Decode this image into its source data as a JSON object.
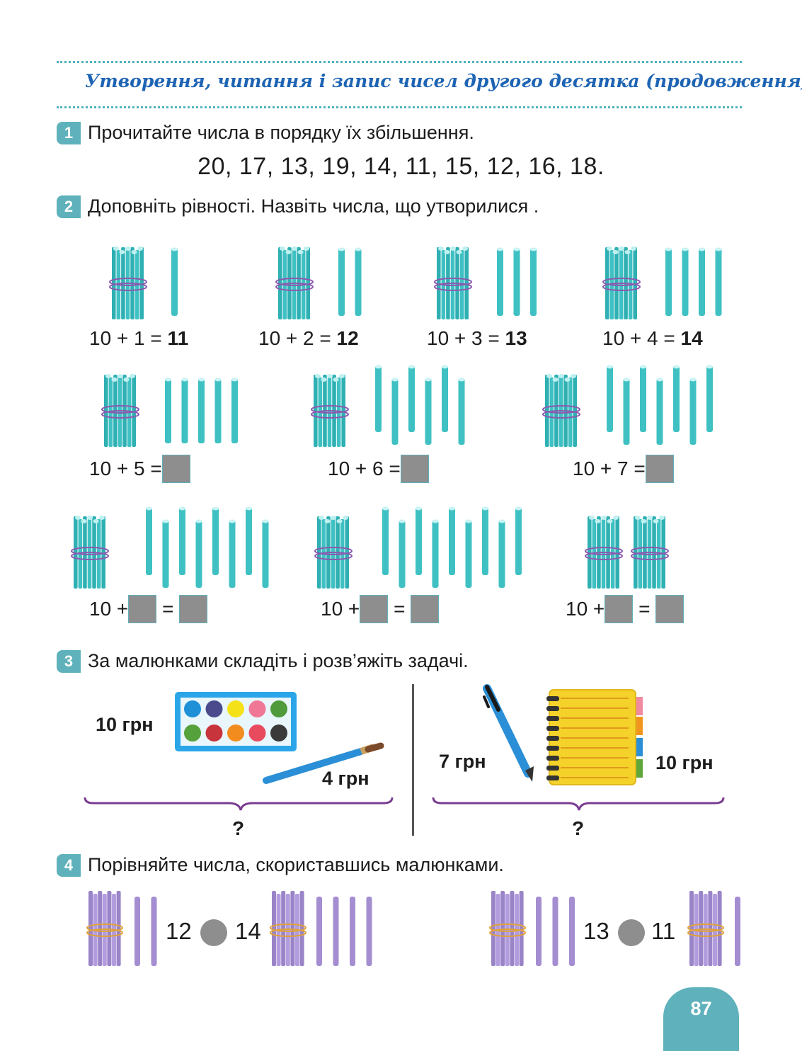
{
  "header": {
    "title": "Утворення, читання і запис чисел другого десятка (продовження)"
  },
  "tasks": [
    {
      "number": "1",
      "text": "Прочитайте числа в порядку їх збільшення."
    },
    {
      "number": "2",
      "text": "Доповніть рівності. Назвіть числа, що утворилися ."
    },
    {
      "number": "3",
      "text": "За малюнками складіть і розв’яжіть задачі."
    },
    {
      "number": "4",
      "text": "Порівняйте числа, скориставшись малюнками."
    }
  ],
  "task1": {
    "numbers": "20, 17, 13, 19, 14, 11, 15, 12, 16, 18."
  },
  "task2": {
    "row1": [
      {
        "lhs": "10 + 1 = ",
        "answer": "11",
        "sticks": 1
      },
      {
        "lhs": "10 + 2 = ",
        "answer": "12",
        "sticks": 2
      },
      {
        "lhs": "10 + 3 = ",
        "answer": "13",
        "sticks": 3
      },
      {
        "lhs": "10 + 4 = ",
        "answer": "14",
        "sticks": 4
      }
    ],
    "row2": [
      {
        "lhs": "10 + 5 = ",
        "sticks": 5
      },
      {
        "lhs": "10 + 6 = ",
        "sticks": 6
      },
      {
        "lhs": "10 + 7 = ",
        "sticks": 7
      }
    ],
    "row3": [
      {
        "lhs": "10 + ",
        "eq": "=",
        "sticks": 8
      },
      {
        "lhs": "10 + ",
        "eq": "=",
        "sticks": 9
      },
      {
        "lhs": "10 + ",
        "eq": "=",
        "bundles": 2
      }
    ]
  },
  "task3": {
    "left": {
      "price_paints": "10 грн",
      "price_brush": "4 грн",
      "question": "?"
    },
    "right": {
      "price_pen": "7 грн",
      "price_notebook": "10 грн",
      "question": "?"
    },
    "paint_colors": [
      "#1e90d8",
      "#4a4a8c",
      "#f5e11a",
      "#f07896",
      "#4f9a3a",
      "#55a13b",
      "#c8343c",
      "#f28c1e",
      "#e84a5e",
      "#3a3a3a"
    ]
  },
  "task4": {
    "left": {
      "a": "12",
      "b": "14"
    },
    "right": {
      "a": "13",
      "b": "11"
    }
  },
  "page_number": "87",
  "colors": {
    "accent": "#5fb2bb",
    "title": "#1e64b4",
    "stick": "#3fc1c3",
    "stick_purple": "#a48ed1"
  }
}
